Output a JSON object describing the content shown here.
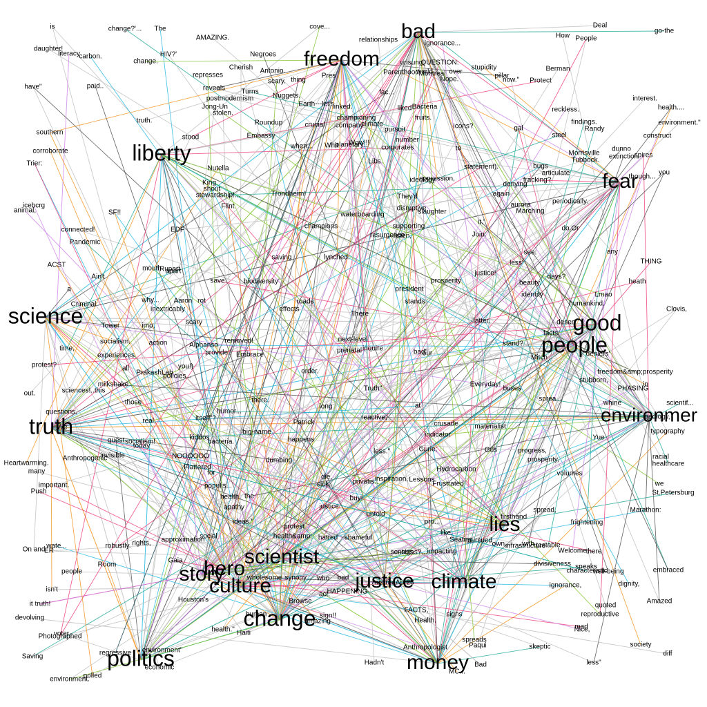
{
  "hubs": [
    {
      "id": "bad",
      "label": "bad"
    },
    {
      "id": "freedom",
      "label": "freedom"
    },
    {
      "id": "liberty",
      "label": "liberty"
    },
    {
      "id": "fear",
      "label": "fear"
    },
    {
      "id": "science",
      "label": "science"
    },
    {
      "id": "good",
      "label": "good"
    },
    {
      "id": "people",
      "label": "people"
    },
    {
      "id": "truth",
      "label": "truth"
    },
    {
      "id": "environment",
      "label": "environmer"
    },
    {
      "id": "scientist",
      "label": "scientist"
    },
    {
      "id": "hero",
      "label": "hero"
    },
    {
      "id": "story",
      "label": "story"
    },
    {
      "id": "culture",
      "label": "culture"
    },
    {
      "id": "lies",
      "label": "lies"
    },
    {
      "id": "justice",
      "label": "justice"
    },
    {
      "id": "climate",
      "label": "climate"
    },
    {
      "id": "change",
      "label": "change"
    },
    {
      "id": "politics",
      "label": "politics"
    },
    {
      "id": "money",
      "label": "money"
    }
  ],
  "terms": [
    "is",
    "change?'...",
    "The",
    "AMAZING.",
    "cove...",
    "relationships",
    "ignorance...",
    "Deal",
    "How",
    "People",
    "go-the",
    "daughter!",
    "literacy",
    "carbon.",
    "HIV?'",
    "change.",
    "Negroes",
    "Cherish",
    "Antonio.",
    "Pres",
    "Parenthood",
    "QUESTION:",
    "unsung",
    "world",
    "over",
    "Nope.",
    "pillar",
    "stupidity",
    "Berman",
    "Protect",
    "now.\"",
    "represses",
    "thing",
    "scary.",
    "Nuggets.",
    "reveals",
    "postmodernism",
    "Turns",
    "have\"",
    "paid..",
    "truth.",
    "Jong-Un",
    "stolen.",
    "Earth---let's",
    "linked.",
    "fac...",
    "liked",
    "Bacteria",
    "fruits.",
    "Montreal",
    "championing",
    "company",
    "climate",
    "crucial",
    "Roundup",
    "Embassy",
    "pursuit",
    "number",
    "corporates",
    "icons?",
    "gal",
    "steel",
    "interest.",
    "health....",
    "reckless.",
    "findings.",
    "Randy",
    "environment.\"",
    "southern",
    "corroborate",
    "Trier:",
    "stood",
    "when...",
    "Whit",
    "planetary...",
    "Wow!!!",
    "to",
    "statement).",
    "Morrisville",
    "Tubbock.",
    "dunno",
    "construct",
    "extinction",
    "spires",
    "Libs.",
    "bugs",
    "articulate",
    "denying",
    "fracking?",
    "aurora",
    "Marching",
    "periodically.",
    "though...",
    "you",
    "icebcrg",
    "animal,",
    "SF!!",
    "Nutella",
    "King",
    "shout",
    "stewardship!...",
    "Flint",
    "Trondheim!",
    "ideology",
    "oppression,",
    "They'd",
    "disruptive",
    "slaughter",
    "again",
    "connected!",
    "Pandemic",
    "EDF",
    "champions",
    "waterboarding",
    "supporting",
    "resurgence",
    "listen,",
    "it.'",
    "Join:",
    "do.Or",
    "saving",
    "lynched.",
    "any",
    "ACST",
    "Ain't",
    "mouth",
    "Rupert",
    "apart",
    "save",
    "biodiversity'",
    "see:",
    "less'",
    "justice!",
    "prosperity",
    "president",
    "beauty.",
    "days?",
    "THING",
    "heath",
    "a",
    "Criminal",
    "why...",
    "Aaron",
    "rot",
    "inextricably",
    "roads",
    "effects",
    "stands",
    "identity",
    "humankind,",
    "Lmao",
    "Clovis,",
    "time,",
    "Tower",
    "socialism.",
    "imo,",
    "experiences",
    "action",
    "scary",
    "Alphanso",
    "provide,'",
    "removed!",
    "next-level",
    "prenatal",
    "inquire",
    "There",
    "latter.",
    "stand?",
    "facts.",
    "desert",
    "Mitch",
    "deniers'",
    "freedom&amp;prosperity",
    "protest?",
    "all",
    "PrakashLab",
    "you!)",
    "policies...",
    "Embrace",
    "order.",
    "bad\"",
    "our",
    "Everyday!",
    "stubborn,",
    "in",
    "PHASING",
    "whine",
    "scientif...",
    "out.",
    "sciences!..this",
    "milkshake",
    "those",
    "there.",
    "Truth\"",
    "buses",
    "sprea...",
    "geology,",
    "typography",
    "questions.",
    "We",
    "real,",
    "itself\"?",
    "kiddos",
    "bacteria.",
    "humor...",
    "big-name",
    "long",
    "Patrick",
    "reactive,",
    "at",
    "crusade",
    "indicator",
    "materialist",
    "Yue",
    "racial",
    "healthcare",
    "quest",
    "socialism!",
    "today",
    "invisible",
    "Anthropogenic",
    "NOOOOOO",
    "Flattered",
    "for",
    "happens",
    "dumbing",
    "less.\"",
    "Curie;",
    "Gus",
    "progress,",
    "prosperity.",
    "Heartwarming.",
    "many",
    "Push",
    "important.",
    "populis...",
    "the",
    "health,",
    "die,",
    "sick,",
    "privatis..",
    "inspiration,",
    "Lessons",
    "Frustrated",
    "Hydrocarbon",
    "volumes",
    "we",
    "St.Petersburg",
    "apathy",
    "ideas.\"",
    "buy!",
    "justice.",
    "untold",
    "pro...",
    "firsthand",
    "Marathon:",
    "spread,",
    "frightening",
    "On and",
    "wate...",
    "robustly.",
    "rights,",
    "approximation",
    "social",
    "protest",
    "health&amp;",
    "hatred",
    "shameful",
    "like,",
    "Seating",
    "pursued",
    "own...",
    "with",
    "testable",
    "Welcome",
    "there",
    "ER",
    "Gaia",
    "senters",
    "signs?...",
    "impacting",
    "infrastructure",
    "divisiveness",
    "speaks",
    "characteristic",
    "well-being",
    "embraced",
    "people",
    "Room",
    "wholesome",
    "synony...",
    "who",
    "bad",
    "act.",
    "HAPPENING",
    "Austria-Apr23",
    "ignorance,",
    "dignity,",
    "isn't",
    "Houston's",
    "Browse",
    "FACTS,",
    "signs",
    "quoted",
    "Amazed",
    "it truth!",
    "devolving",
    "human",
    "sign!!",
    "amazing",
    "Health.",
    "reproductive",
    "mad",
    "Nice,",
    "voter",
    "Photographed",
    "health.\"",
    "Haiti",
    "Anthropologist",
    "spreads",
    "Paqui",
    "skeptic",
    "society",
    "Saving",
    "regressive",
    "environment\"",
    "economic",
    "Hadn't",
    "Bad",
    "MC...",
    "less\"",
    "diff",
    "environment.",
    "polled"
  ],
  "edge_colors": {
    "grey": "#bdbdbd",
    "dark": "#4a4a4a",
    "green": "#7cc427",
    "pink": "#ee3a73",
    "cyan": "#1fb7e0",
    "orange": "#f39118",
    "violet": "#cc7ee8",
    "teal": "#1aa695"
  }
}
